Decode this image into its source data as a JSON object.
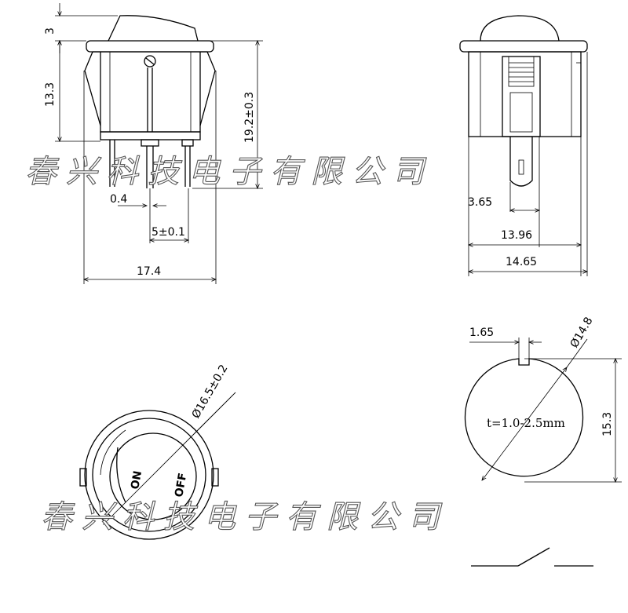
{
  "dimensions": {
    "top_view": {
      "actuator_height": "3",
      "body_height": "13.3",
      "total_height": "19.2±0.3",
      "terminal_thickness": "0.4",
      "terminal_width": "5±0.1",
      "overall_width": "17.4"
    },
    "side_view": {
      "tab_width": "3.65",
      "body_width": "13.96",
      "flange_width": "14.65"
    },
    "cutout_view": {
      "key_width": "1.65",
      "diameter": "Ø14.8",
      "height": "15.3",
      "thickness_note": "t=1.0-2.5mm"
    },
    "front_view": {
      "diameter": "Ø16.5±0.2",
      "on_label": "ON",
      "off_label": "OFF"
    }
  },
  "watermark": {
    "text": "春兴科技电子有限公司"
  }
}
